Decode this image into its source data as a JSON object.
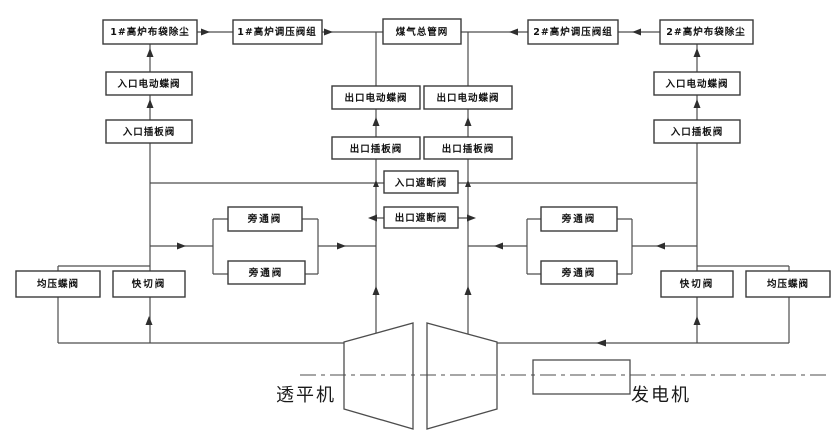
{
  "diagram_type": "TRT blast furnace gas recovery piping schematic",
  "colors": {
    "background": "#ffffff",
    "line": "#4d4d4d",
    "box_border": "#3a3a3a",
    "text": "#111111"
  },
  "nodes": {
    "t1": {
      "label": "1#高炉布袋除尘"
    },
    "t2": {
      "label": "1#高炉调压阀组"
    },
    "t3": {
      "label": "煤气总管网"
    },
    "t4": {
      "label": "2#高炉调压阀组"
    },
    "t5": {
      "label": "2#高炉布袋除尘"
    },
    "l1": {
      "label": "入口电动蝶阀"
    },
    "l2": {
      "label": "入口插板阀"
    },
    "r1": {
      "label": "入口电动蝶阀"
    },
    "r2": {
      "label": "入口插板阀"
    },
    "c1l": {
      "label": "出口电动蝶阀"
    },
    "c2l": {
      "label": "出口插板阀"
    },
    "c1r": {
      "label": "出口电动蝶阀"
    },
    "c2r": {
      "label": "出口插板阀"
    },
    "m1": {
      "label": "入口遮断阀"
    },
    "m2": {
      "label": "出口遮断阀"
    },
    "bl1": {
      "label": "旁通阀"
    },
    "bl2": {
      "label": "旁通阀"
    },
    "br1": {
      "label": "旁通阀"
    },
    "br2": {
      "label": "旁通阀"
    },
    "eql": {
      "label": "均压蝶阀"
    },
    "qcl": {
      "label": "快切阀"
    },
    "qcr": {
      "label": "快切阀"
    },
    "eqr": {
      "label": "均压蝶阀"
    }
  },
  "machines": {
    "turbine_label": "透平机",
    "generator_label": "发电机"
  }
}
